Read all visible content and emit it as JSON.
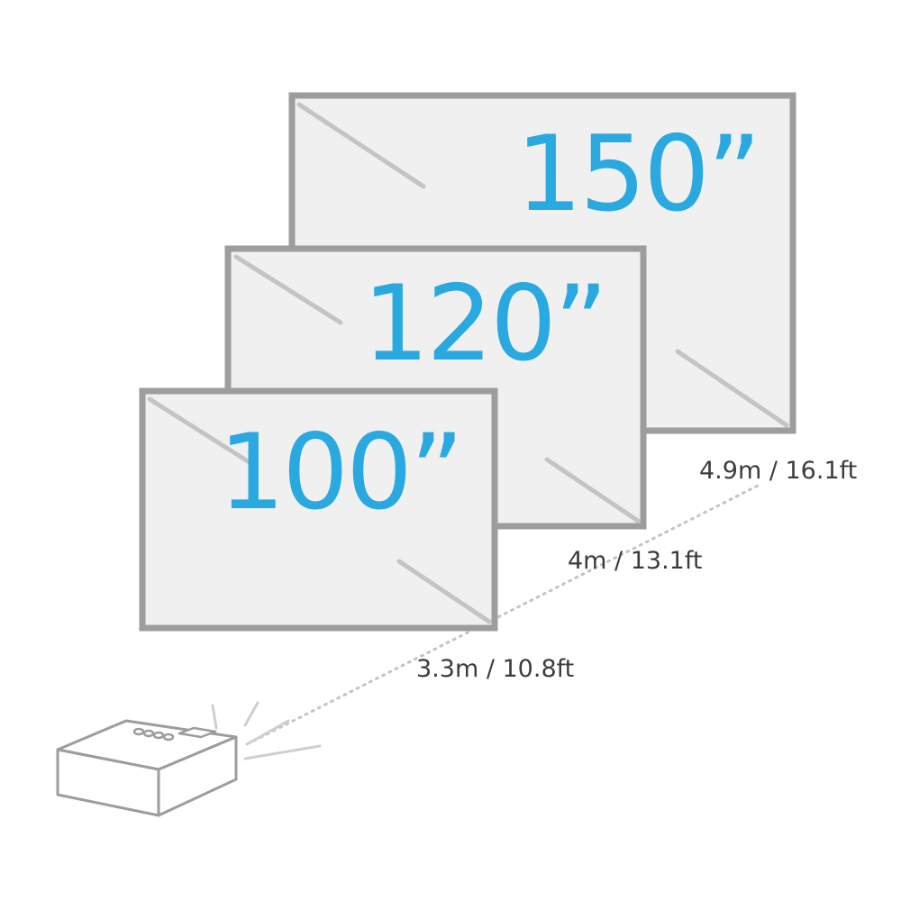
{
  "screens": [
    {
      "size_label": "150”",
      "distance_label": "4.9m / 16.1ft"
    },
    {
      "size_label": "120”",
      "distance_label": "4m / 13.1ft"
    },
    {
      "size_label": "100”",
      "distance_label": "3.3m / 10.8ft"
    }
  ],
  "colors": {
    "accent": "#29a9e0",
    "frame": "#9d9d9f",
    "screen_fill": "#f0f0f0",
    "text": "#3c3c3c",
    "light_ray": "#c8c8c8"
  },
  "icons": {
    "projector": "projector-icon"
  }
}
